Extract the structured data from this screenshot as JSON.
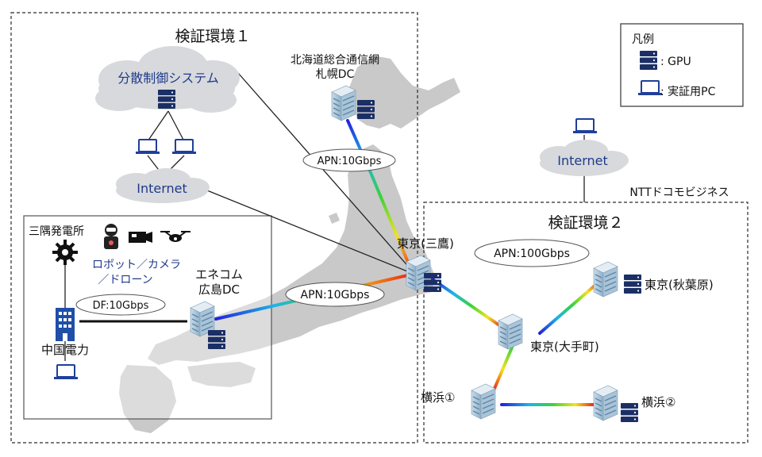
{
  "env1": {
    "title": "検証環境１"
  },
  "env2": {
    "title": "検証環境２",
    "owner": "NTTドコモビジネス"
  },
  "legend": {
    "title": "凡例",
    "gpu_label": ": GPU",
    "pc_label": ": 実証用PC"
  },
  "distributed": {
    "label": "分散制御システム"
  },
  "internet": {
    "left": "Internet",
    "right": "Internet"
  },
  "sites": {
    "sapporo_line1": "北海道総合通信網",
    "sapporo_line2": "札幌DC",
    "hiroshima_line1": "エネコム",
    "hiroshima_line2": "広島DC",
    "mitaka": "東京(三鷹)",
    "akihabara": "東京(秋葉原)",
    "otemachi": "東京(大手町)",
    "yokohama1": "横浜①",
    "yokohama2": "横浜②",
    "sansumi": "三隅発電所",
    "chugoku": "中国電力"
  },
  "devices": {
    "line1": "ロボット／カメラ",
    "line2": "／ドローン"
  },
  "links": {
    "apn_sapporo": "APN:10Gbps",
    "apn_hiroshima": "APN:10Gbps",
    "apn_env2": "APN:100Gbps",
    "df": "DF:10Gbps"
  },
  "colors": {
    "gradient": [
      "#2222dd",
      "#1db4e8",
      "#39d23c",
      "#f4e31c",
      "#f08a12",
      "#e8261b"
    ],
    "map": "#c9c9c9",
    "cloud": "#d7d9dc",
    "gpu": "#1b2f66",
    "label_blue": "#1f3a8a"
  }
}
